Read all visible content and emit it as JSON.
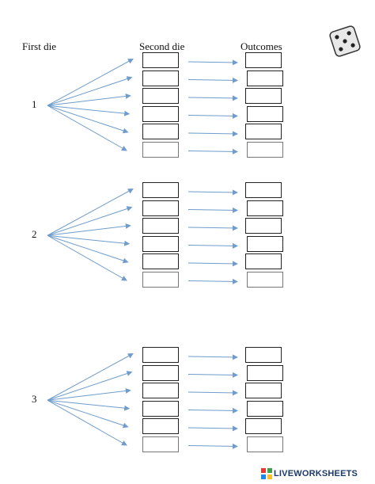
{
  "headers": {
    "first_die": "First die",
    "second_die": "Second die",
    "outcomes": "Outcomes"
  },
  "groups": [
    {
      "number": "1"
    },
    {
      "number": "2"
    },
    {
      "number": "3"
    }
  ],
  "rows_per_group": 6,
  "icons": {
    "dice": "dice-icon",
    "logo": "liveworksheets-logo"
  },
  "colors": {
    "arrow": "#6f9ccc",
    "box_border": "#222222",
    "logo_text": "#1b3a6b"
  },
  "footer": {
    "logo_text": "LIVEWORKSHEETS"
  }
}
